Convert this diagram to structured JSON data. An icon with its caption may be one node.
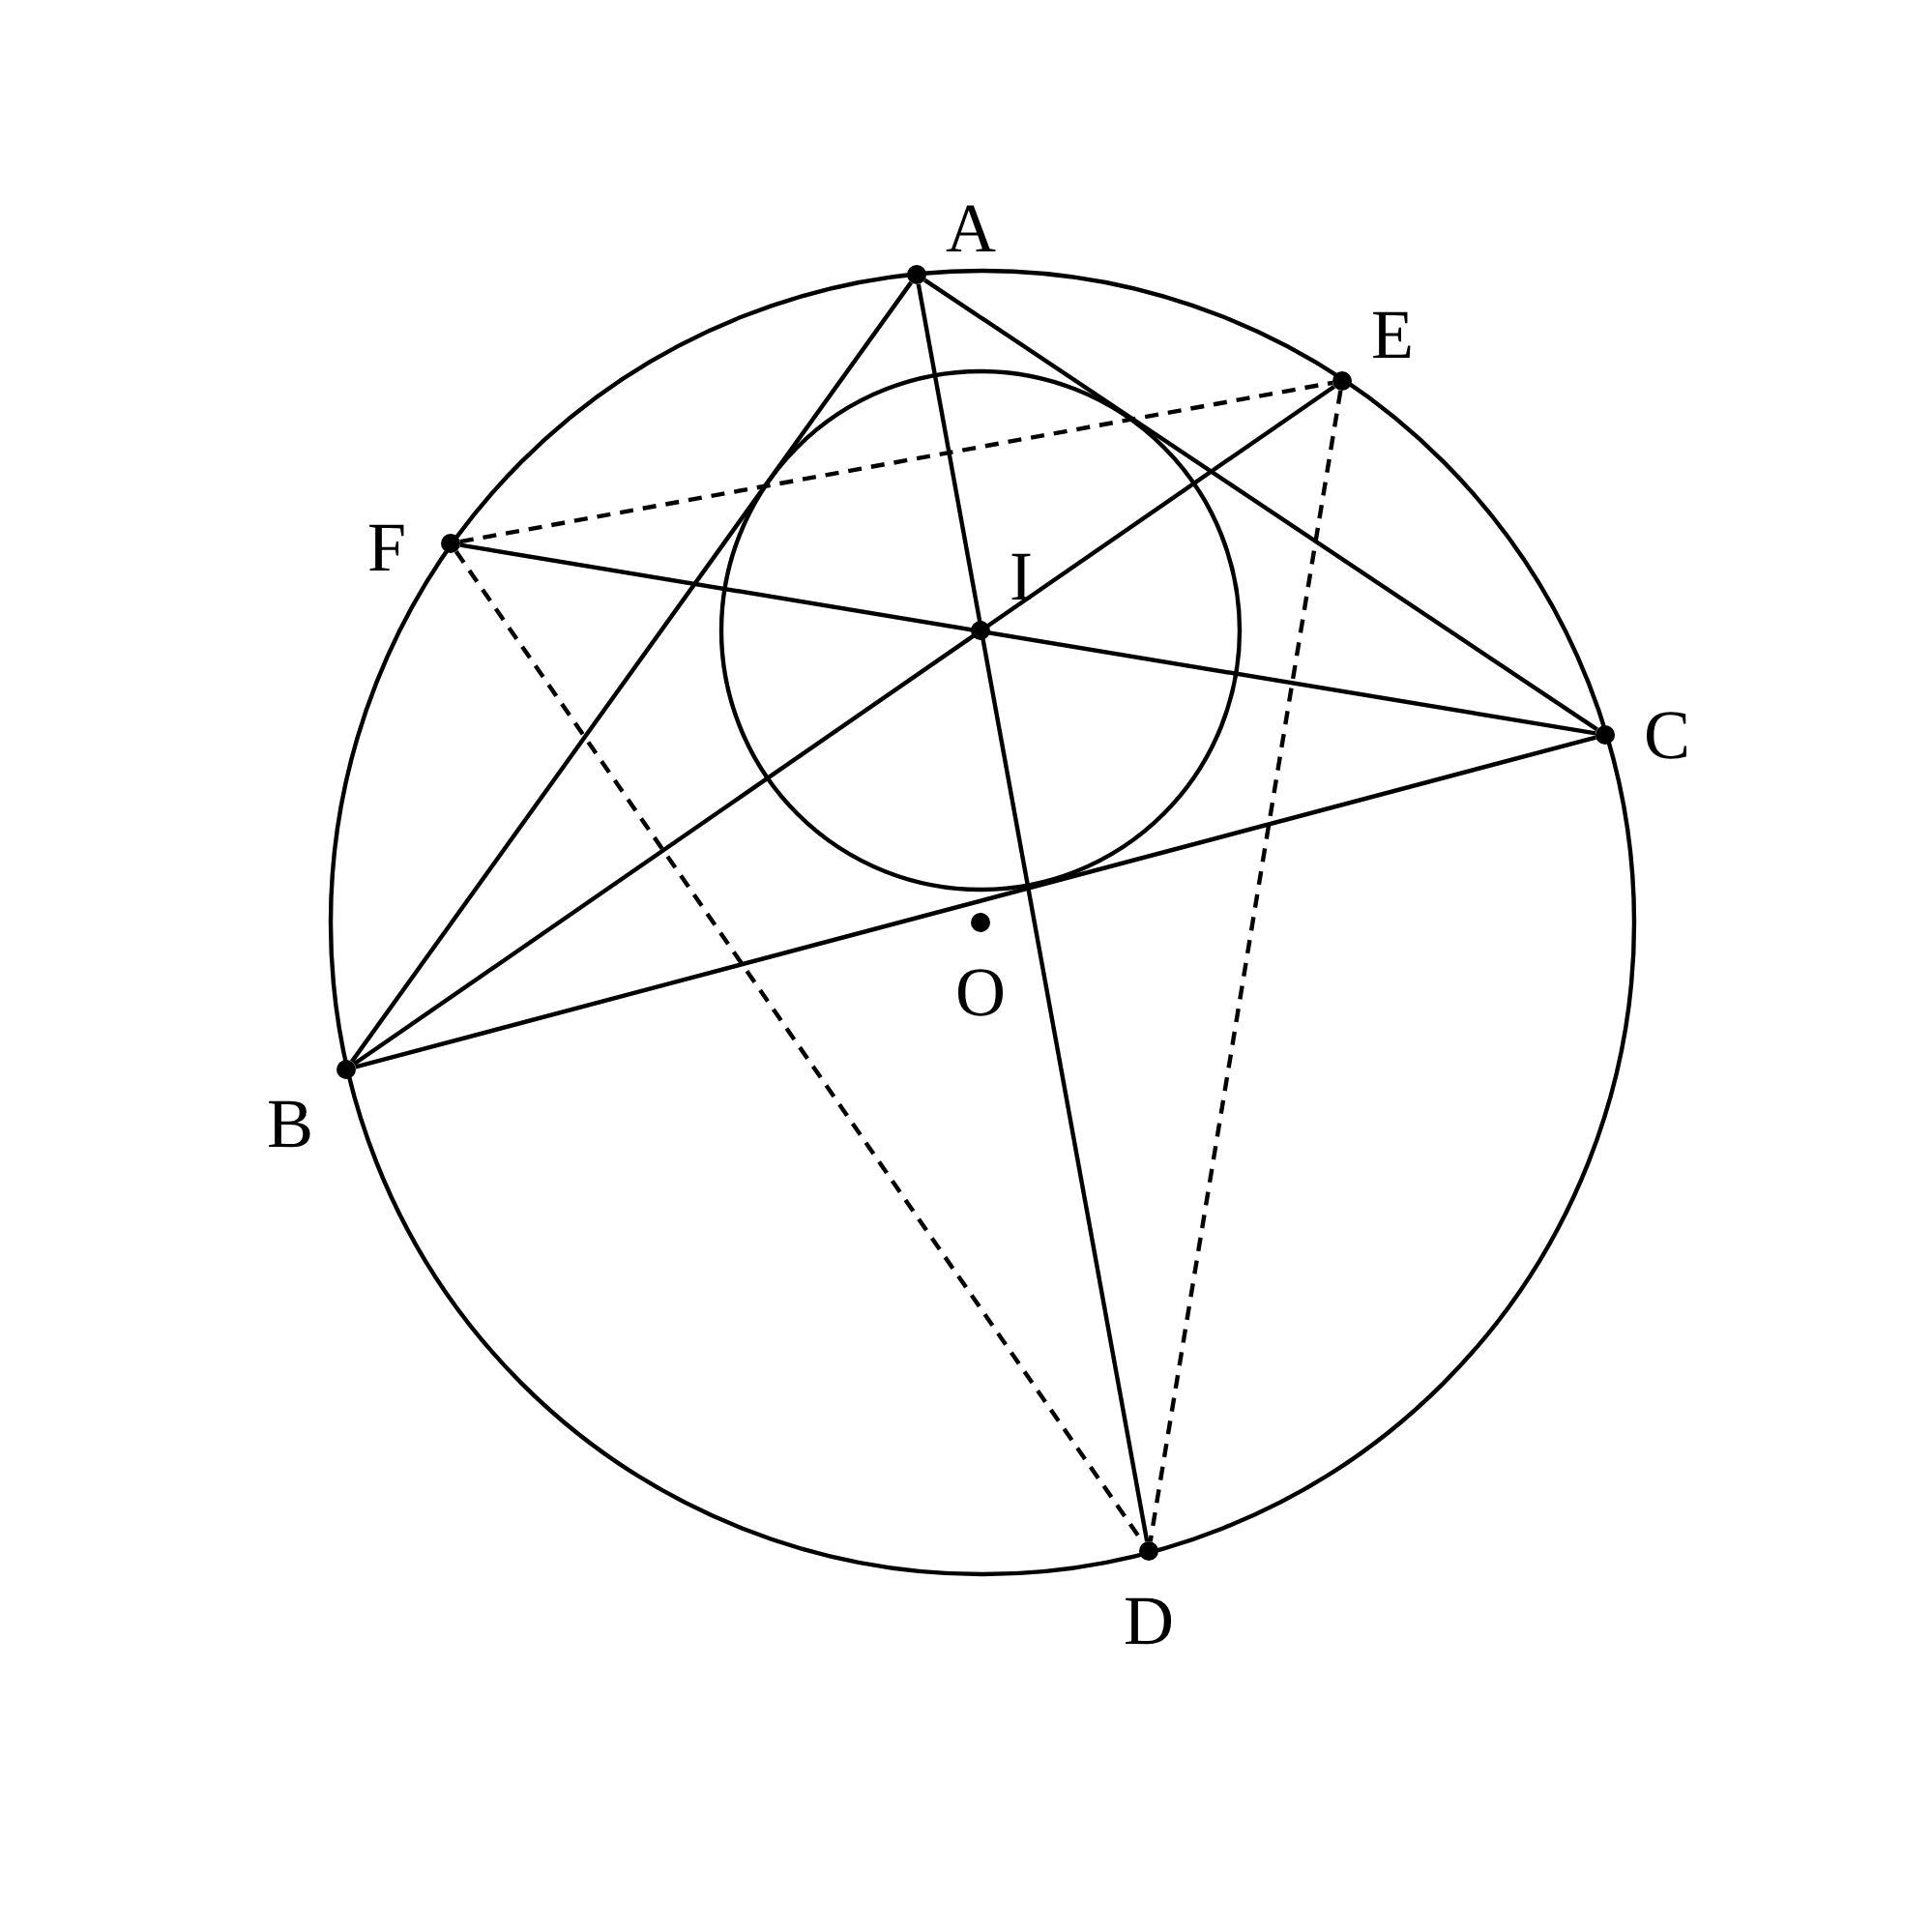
{
  "diagram": {
    "nodes": [
      {
        "text": [],
        "shape": "circle",
        "beside": [
          "A"
        ]
      },
      {
        "text": [],
        "shape": "circle",
        "beside": [
          "E"
        ]
      },
      {
        "text": [],
        "shape": "circle",
        "beside": [
          "F"
        ]
      },
      {
        "text": [],
        "shape": "circle",
        "beside": [
          "I"
        ]
      },
      {
        "text": [],
        "shape": "circle",
        "beside": [
          "C"
        ]
      },
      {
        "text": [],
        "shape": "circle",
        "beside": [
          "O"
        ]
      },
      {
        "text": [],
        "shape": "circle",
        "beside": [
          "B"
        ]
      },
      {
        "text": [],
        "shape": "circle",
        "beside": [
          "D"
        ]
      }
    ],
    "edges": [
      {
        "from": 0,
        "to": 6,
        "arrow": "none"
      },
      {
        "from": 0,
        "to": 4,
        "arrow": "none"
      },
      {
        "from": 6,
        "to": 4,
        "arrow": "none"
      },
      {
        "from": 0,
        "to": 7,
        "arrow": "none"
      },
      {
        "from": 6,
        "to": 1,
        "arrow": "none"
      },
      {
        "from": 2,
        "to": 4,
        "arrow": "none"
      },
      {
        "from": 2,
        "to": 1,
        "arrow": "none",
        "style": "dashed"
      },
      {
        "from": 2,
        "to": 7,
        "arrow": "none",
        "style": "dashed"
      },
      {
        "from": 1,
        "to": 7,
        "arrow": "none",
        "style": "dashed"
      }
    ]
  }
}
